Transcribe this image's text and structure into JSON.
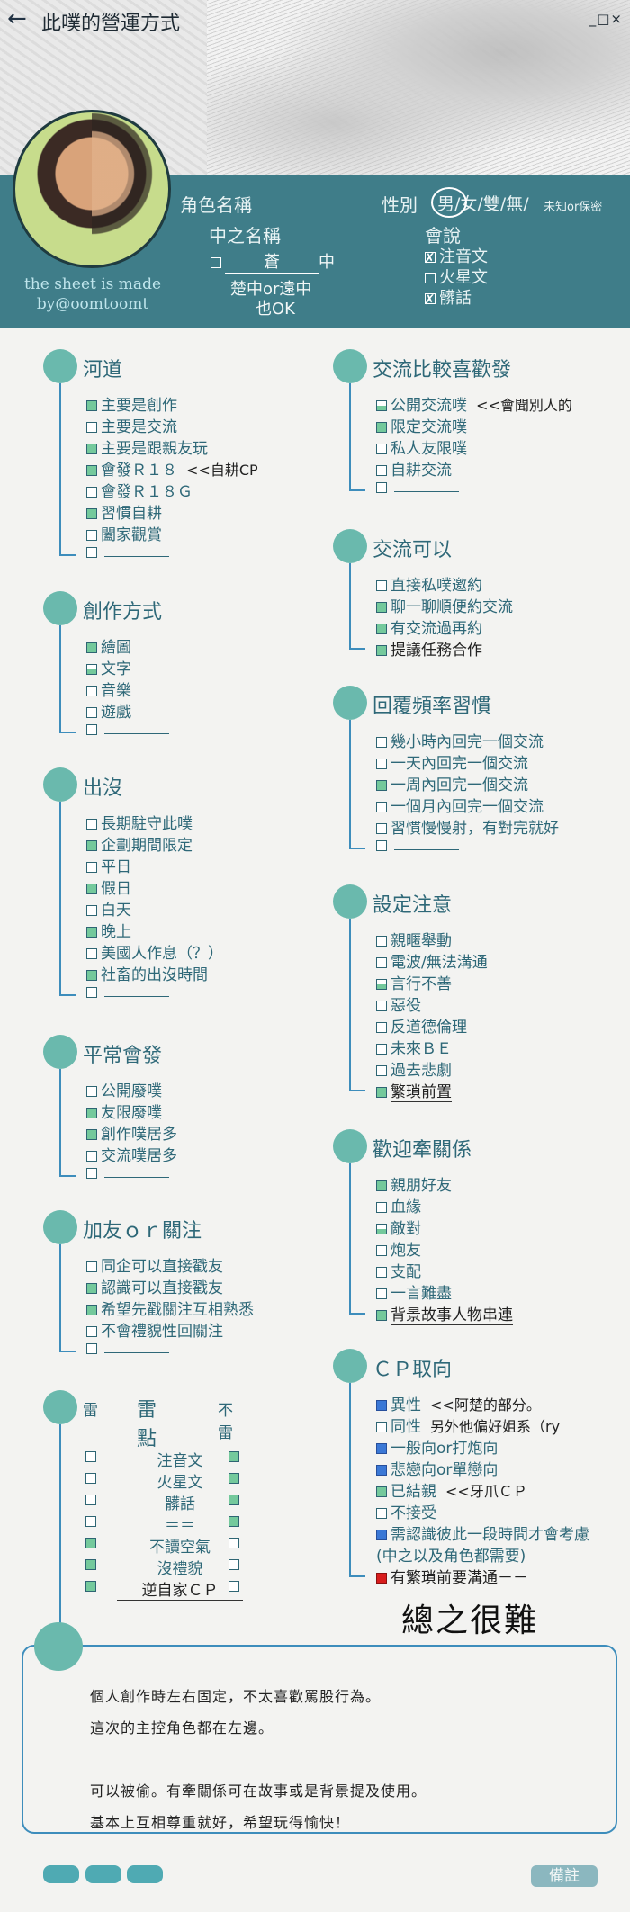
{
  "app": {
    "title": "此噗的營運方式",
    "back_icon": "arrow-left-icon",
    "window_controls": "_□×"
  },
  "header": {
    "role_name_label": "角色名稱",
    "in_name_label": "中之名稱",
    "in_name_value": "蒼",
    "in_name_suffix": "中",
    "in_name_note1": "楚中or遠中",
    "in_name_note2": "也OK",
    "gender_label": "性別",
    "gender_options": "男/女/雙/無/",
    "gender_unknown": "未知or保密",
    "language_label": "會說",
    "languages": [
      {
        "label": "注音文",
        "checked": "cross"
      },
      {
        "label": "火星文",
        "checked": "none"
      },
      {
        "label": "髒話",
        "checked": "cross"
      }
    ],
    "credit": "the sheet is made by@oomtoomt"
  },
  "left_sections": [
    {
      "title": "河道",
      "items": [
        {
          "label": "主要是創作",
          "state": "on"
        },
        {
          "label": "主要是交流",
          "state": "off"
        },
        {
          "label": "主要是跟親友玩",
          "state": "on"
        },
        {
          "label": "會發Ｒ１８",
          "state": "on",
          "note": "<<自耕CP"
        },
        {
          "label": "會發Ｒ１８Ｇ",
          "state": "off"
        },
        {
          "label": "習慣自耕",
          "state": "on"
        },
        {
          "label": "闔家觀賞",
          "state": "off"
        },
        {
          "label": "",
          "state": "off",
          "blank": true
        }
      ]
    },
    {
      "title": "創作方式",
      "items": [
        {
          "label": "繪圖",
          "state": "on"
        },
        {
          "label": "文字",
          "state": "half"
        },
        {
          "label": "音樂",
          "state": "off"
        },
        {
          "label": "遊戲",
          "state": "off"
        },
        {
          "label": "",
          "state": "off",
          "blank": true
        }
      ]
    },
    {
      "title": "出沒",
      "items": [
        {
          "label": "長期駐守此噗",
          "state": "off"
        },
        {
          "label": "企劃期間限定",
          "state": "on"
        },
        {
          "label": "平日",
          "state": "off"
        },
        {
          "label": "假日",
          "state": "on"
        },
        {
          "label": "白天",
          "state": "off"
        },
        {
          "label": "晚上",
          "state": "on"
        },
        {
          "label": "美國人作息（？）",
          "state": "off"
        },
        {
          "label": "社畜的出沒時間",
          "state": "on"
        },
        {
          "label": "",
          "state": "off",
          "blank": true
        }
      ]
    },
    {
      "title": "平常會發",
      "items": [
        {
          "label": "公開廢噗",
          "state": "off"
        },
        {
          "label": "友限廢噗",
          "state": "on"
        },
        {
          "label": "創作噗居多",
          "state": "on"
        },
        {
          "label": "交流噗居多",
          "state": "off"
        },
        {
          "label": "",
          "state": "off",
          "blank": true
        }
      ]
    },
    {
      "title": "加友ｏｒ關注",
      "items": [
        {
          "label": "同企可以直接戳友",
          "state": "off"
        },
        {
          "label": "認識可以直接戳友",
          "state": "on"
        },
        {
          "label": "希望先戳關注互相熟悉",
          "state": "on"
        },
        {
          "label": "不會禮貌性回關注",
          "state": "off"
        },
        {
          "label": "",
          "state": "off",
          "blank": true
        }
      ]
    }
  ],
  "thunder": {
    "title": "雷",
    "title2": "雷點",
    "title3": "不雷",
    "rows": [
      {
        "label": "注音文",
        "left": "off",
        "right": "on"
      },
      {
        "label": "火星文",
        "left": "off",
        "right": "on"
      },
      {
        "label": "髒話",
        "left": "off",
        "right": "on"
      },
      {
        "label": "＝＝",
        "left": "off",
        "right": "on"
      },
      {
        "label": "不讀空氣",
        "left": "on",
        "right": "off"
      },
      {
        "label": "沒禮貌",
        "left": "on",
        "right": "off"
      },
      {
        "label": "逆自家ＣＰ",
        "left": "on",
        "right": "off"
      }
    ]
  },
  "right_sections": [
    {
      "title": "交流比較喜歡發",
      "items": [
        {
          "label": "公開交流噗",
          "state": "half",
          "note": "<<會聞別人的"
        },
        {
          "label": "限定交流噗",
          "state": "on"
        },
        {
          "label": "私人友限噗",
          "state": "off"
        },
        {
          "label": "自耕交流",
          "state": "off"
        },
        {
          "label": "",
          "state": "off",
          "blank": true
        }
      ]
    },
    {
      "title": "交流可以",
      "items": [
        {
          "label": "直接私噗邀約",
          "state": "off"
        },
        {
          "label": "聊一聊順便約交流",
          "state": "on"
        },
        {
          "label": "有交流過再約",
          "state": "on"
        },
        {
          "label": "提議任務合作",
          "state": "on",
          "hand": true
        }
      ]
    },
    {
      "title": "回覆頻率習慣",
      "items": [
        {
          "label": "幾小時內回完一個交流",
          "state": "off"
        },
        {
          "label": "一天內回完一個交流",
          "state": "off"
        },
        {
          "label": "一周內回完一個交流",
          "state": "on"
        },
        {
          "label": "一個月內回完一個交流",
          "state": "off"
        },
        {
          "label": "習慣慢慢射，有對完就好",
          "state": "off"
        },
        {
          "label": "",
          "state": "off",
          "blank": true
        }
      ]
    },
    {
      "title": "設定注意",
      "items": [
        {
          "label": "親暱舉動",
          "state": "off"
        },
        {
          "label": "電波/無法溝通",
          "state": "off"
        },
        {
          "label": "言行不善",
          "state": "half"
        },
        {
          "label": "惡役",
          "state": "off"
        },
        {
          "label": "反道德倫理",
          "state": "off"
        },
        {
          "label": "未來ＢＥ",
          "state": "off"
        },
        {
          "label": "過去悲劇",
          "state": "off"
        },
        {
          "label": "繁瑣前置",
          "state": "on",
          "hand": true
        }
      ]
    },
    {
      "title": "歡迎牽關係",
      "items": [
        {
          "label": "親朋好友",
          "state": "on"
        },
        {
          "label": "血緣",
          "state": "off"
        },
        {
          "label": "敵對",
          "state": "half"
        },
        {
          "label": "炮友",
          "state": "off"
        },
        {
          "label": "支配",
          "state": "off"
        },
        {
          "label": "一言難盡",
          "state": "off"
        },
        {
          "label": "背景故事人物串連",
          "state": "on",
          "hand": true
        }
      ]
    },
    {
      "title": "ＣＰ取向",
      "items": [
        {
          "label": "異性",
          "state": "blue",
          "note": "<<阿楚的部分。"
        },
        {
          "label": "同性",
          "state": "wh",
          "note": "另外他偏好姐系（ry"
        },
        {
          "label": "一般向or打炮向",
          "state": "blue"
        },
        {
          "label": "悲戀向or單戀向",
          "state": "blue"
        },
        {
          "label": "已結親",
          "state": "on",
          "note": "<<牙爪ＣＰ"
        },
        {
          "label": "不接受",
          "state": "off"
        },
        {
          "label": "需認識彼此一段時間才會考慮",
          "state": "blue"
        },
        {
          "label": "(中之以及角色都需要)",
          "state": "none"
        },
        {
          "label": "有繁瑣前要溝通－－",
          "state": "red",
          "dark": true
        }
      ]
    }
  ],
  "footer": {
    "summary_big": "總之很難",
    "lines": [
      "個人創作時左右固定，不太喜歡罵股行為。",
      "這次的主控角色都在左邊。",
      "",
      "可以被偷。有牽關係可在故事或是背景提及使用。",
      "基本上互相尊重就好，希望玩得愉快！"
    ],
    "memo_label": "備註"
  }
}
